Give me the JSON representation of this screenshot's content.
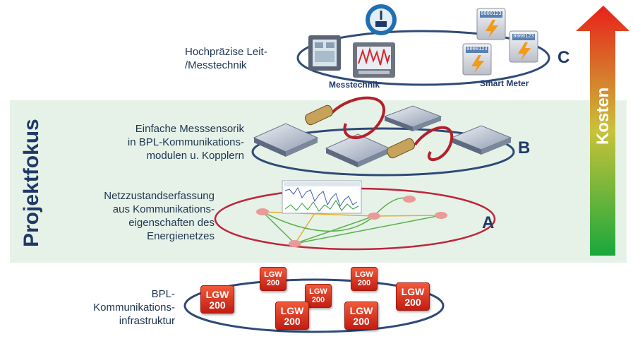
{
  "side_label": "Projektfokus",
  "cost_label": "Kosten",
  "levels": {
    "c": {
      "letter": "C",
      "description_line1": "Hochpräzise Leit-",
      "description_line2": "/Messtechnik",
      "caption_left": "Messtechnik",
      "caption_right": "Smart Meter",
      "meter_display": "0000123"
    },
    "b": {
      "letter": "B",
      "description_line1": "Einfache Messsensorik",
      "description_line2": "in BPL-Kommunikations-",
      "description_line3": "modulen u. Kopplern"
    },
    "a": {
      "letter": "A",
      "description_line1": "Netzzustandserfassung",
      "description_line2": "aus Kommunikations-",
      "description_line3": "eigenschaften des",
      "description_line4": "Energienetzes"
    },
    "infra": {
      "description_line1": "BPL-",
      "description_line2": "Kommunikations-",
      "description_line3": "infrastruktur",
      "device_line1": "LGW",
      "device_line2": "200"
    }
  },
  "colors": {
    "arrow_top": "#e8201a",
    "arrow_bottom": "#1aa83c",
    "band": "#e6f2e8",
    "ellipse_blue": "#2e4a78",
    "ellipse_red": "#c0243a",
    "lgw_red": "#d9301f"
  }
}
